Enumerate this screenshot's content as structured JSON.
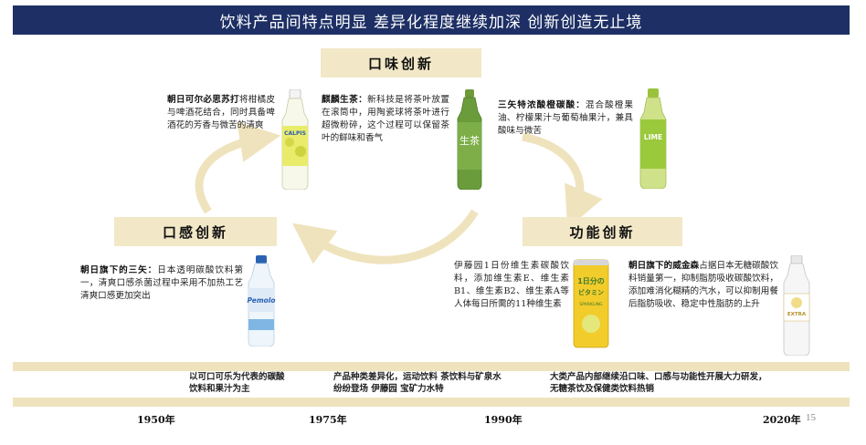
{
  "title": "饮料产品间特点明显 差异化程度继续加深 创新创造无止境",
  "categories": {
    "taste": "口味创新",
    "feel": "口感创新",
    "function": "功能创新"
  },
  "products": {
    "asahi_calpis": {
      "name": "朝日可尔必思苏打",
      "desc": "将柑橘皮与啤酒花结合，同时具备啤酒花的芳香与微苦的清爽",
      "bottle_label": "CALPIS"
    },
    "kirin_tea": {
      "name": "麒麟生茶：",
      "desc": "新科技是将茶叶放置在滚筒中，用陶瓷球将茶叶进行超微粉碎，这个过程可以保留茶叶的鲜味和香气",
      "bottle_label": "生茶"
    },
    "mitsuya_lime": {
      "name": "三矢特浓酸橙碳酸：",
      "desc": "混合酸橙果油、柠檬果汁与葡萄柚果汁，兼具酸味与微苦",
      "bottle_label": "LIME"
    },
    "asahi_mitsuya": {
      "name": "朝日旗下的三矢：",
      "desc": "日本透明碳酸饮料第一，清爽口感杀菌过程中采用不加热工艺 清爽口感更加突出",
      "bottle_label": "Pemolo"
    },
    "itoen_vitamin": {
      "name": "",
      "desc": "伊藤园1日份维生素碳酸饮料，添加维生素E、维生素B1、维生素B2、维生素A等人体每日所需的11种维生素",
      "can_label_top": "1日分の",
      "can_label_mid": "ビタミン",
      "can_label_bottom": "SPARKLING"
    },
    "asahi_wilkinson": {
      "name": "朝日旗下的威金森",
      "desc": "占据日本无糖碳酸饮料销量第一，抑制脂肪吸收碳酸饮料，添加难消化糊精的汽水，可以抑制用餐后脂肪吸收、稳定中性脂肪的上升",
      "bottle_label": "EXTRA"
    }
  },
  "timeline": {
    "notes": [
      "以可口可乐为代表的碳酸饮料和果汁为主",
      "产品种类差异化，运动饮料 茶饮料与矿泉水纷纷登场 伊藤园 宝矿力水特",
      "大类产品内部继续沿口味、口感与功能性开展大力研发，无糖茶饮及保健类饮料热销"
    ],
    "years": [
      "1950年",
      "1975年",
      "1990年",
      "2020年"
    ]
  },
  "page_number": "15",
  "colors": {
    "title_bg": "#1d2f64",
    "category_bg": "#f2e8c7",
    "timeline_band": "#efe3bd",
    "arrow": "#efe3bd"
  }
}
